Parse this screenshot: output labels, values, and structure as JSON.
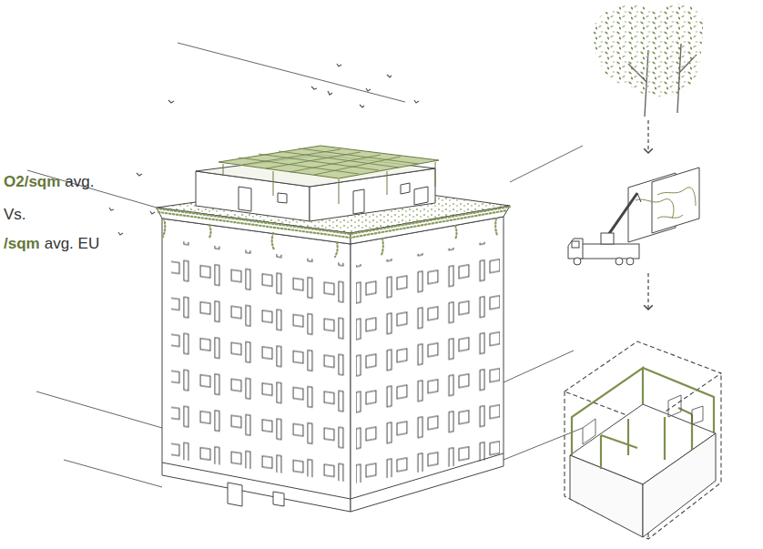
{
  "diagram": {
    "labels": [
      "O2/sqm",
      "avg.",
      "Vs.",
      "/sqm",
      "avg. EU"
    ]
  }
}
